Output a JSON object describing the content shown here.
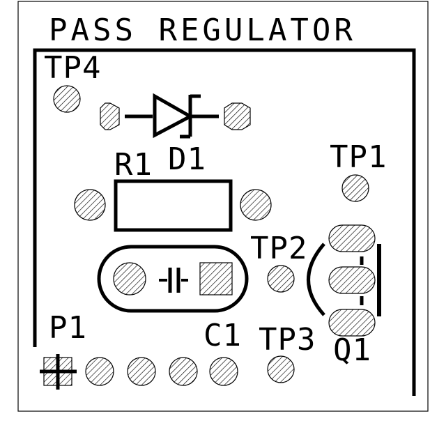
{
  "board": {
    "title": "PASS REGULATOR"
  },
  "labels": {
    "tp4": "TP4",
    "d1": "D1",
    "r1": "R1",
    "tp1": "TP1",
    "tp2": "TP2",
    "c1": "C1",
    "tp3": "TP3",
    "q1": "Q1",
    "p1": "P1"
  },
  "colors": {
    "silkscreen": "#000000",
    "background": "#ffffff",
    "pad_hatch": "#000000"
  },
  "components": [
    "TP4",
    "D1",
    "R1",
    "TP1",
    "TP2",
    "C1",
    "TP3",
    "Q1",
    "P1"
  ]
}
